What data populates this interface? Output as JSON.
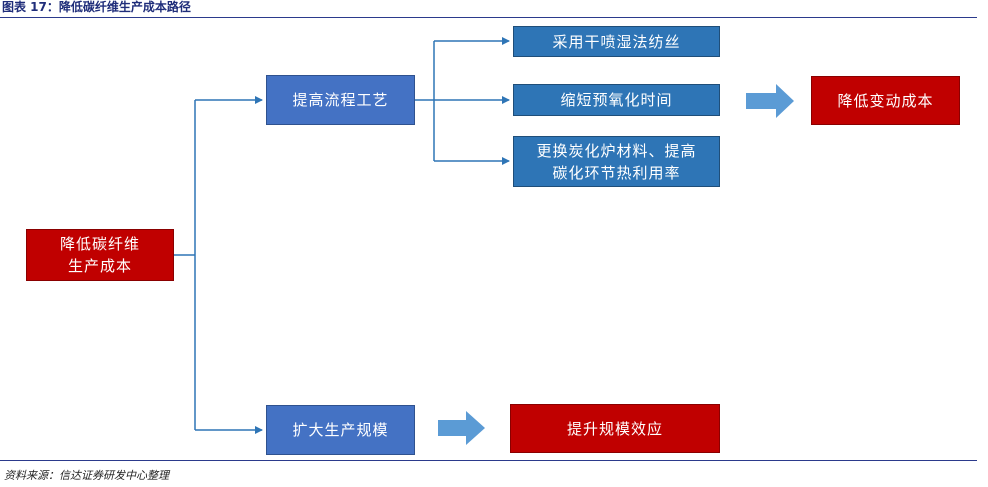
{
  "header": {
    "title": "图表 17：降低碳纤维生产成本路径"
  },
  "nodes": {
    "root": "降低碳纤维\n生产成本",
    "process": "提高流程工艺",
    "spinning": "采用干喷湿法纺丝",
    "preox": "缩短预氧化时间",
    "furnace": "更换炭化炉材料、提高\n碳化环节热利用率",
    "variable_cost": "降低变动成本",
    "scale": "扩大生产规模",
    "scale_effect": "提升规模效应"
  },
  "footer": {
    "source": "资料来源：信达证券研发中心整理"
  },
  "colors": {
    "red": "#c00000",
    "blue": "#4472c4",
    "blue_dark": "#2e75b6",
    "arrow": "#5b9bd5",
    "line": "#2e75b6"
  }
}
